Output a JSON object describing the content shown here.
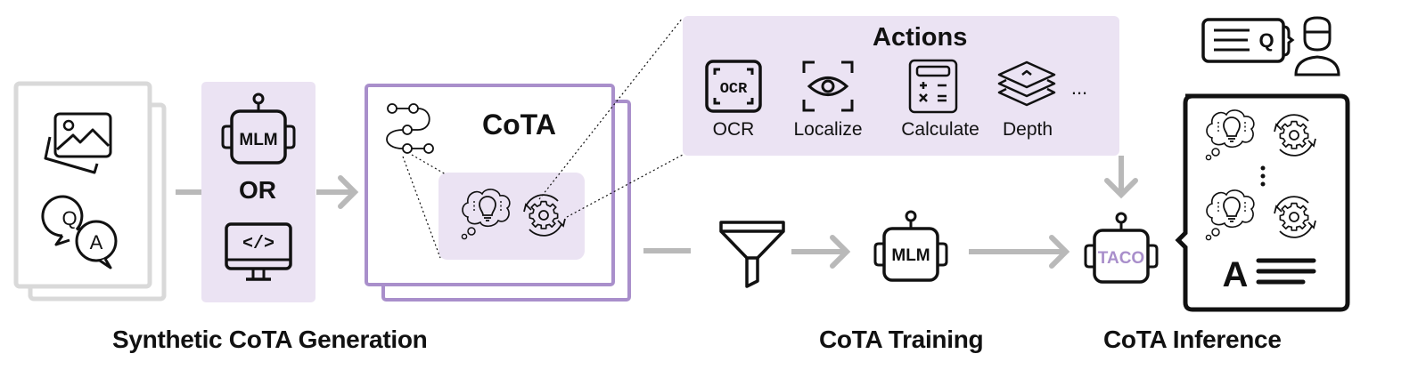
{
  "colors": {
    "accent_purple": "#a98fcb",
    "panel_fill": "#ebe3f3",
    "arrow_gray": "#b9b9b9",
    "doc_border": "#d9d9d9",
    "ink": "#111111",
    "taco_text": "#a98fcb"
  },
  "input_data": {
    "icons": [
      "image-icon",
      "question-answer-icon"
    ],
    "q_letter": "Q",
    "a_letter": "A"
  },
  "generator": {
    "model_label": "MLM",
    "or_label": "OR",
    "program_label": "</>"
  },
  "cota_box": {
    "title": "CoTA",
    "icons": [
      "chain-flow-icon",
      "thought-lightbulb-icon",
      "gear-cycle-icon"
    ]
  },
  "actions": {
    "title": "Actions",
    "items": [
      {
        "label": "OCR",
        "icon": "ocr-scan-icon",
        "icon_text": "OCR"
      },
      {
        "label": "Localize",
        "icon": "eye-focus-icon"
      },
      {
        "label": "Calculate",
        "icon": "calculator-icon"
      },
      {
        "label": "Depth",
        "icon": "layers-icon"
      }
    ],
    "more": "..."
  },
  "training": {
    "filter_icon": "filter-icon",
    "model_label": "MLM"
  },
  "inference": {
    "model_label": "TACO",
    "user_query_letter": "Q",
    "answer_letter": "A",
    "ellipsis": "⋮"
  },
  "captions": {
    "generation": "Synthetic CoTA Generation",
    "training": "CoTA Training",
    "inference": "CoTA Inference"
  }
}
